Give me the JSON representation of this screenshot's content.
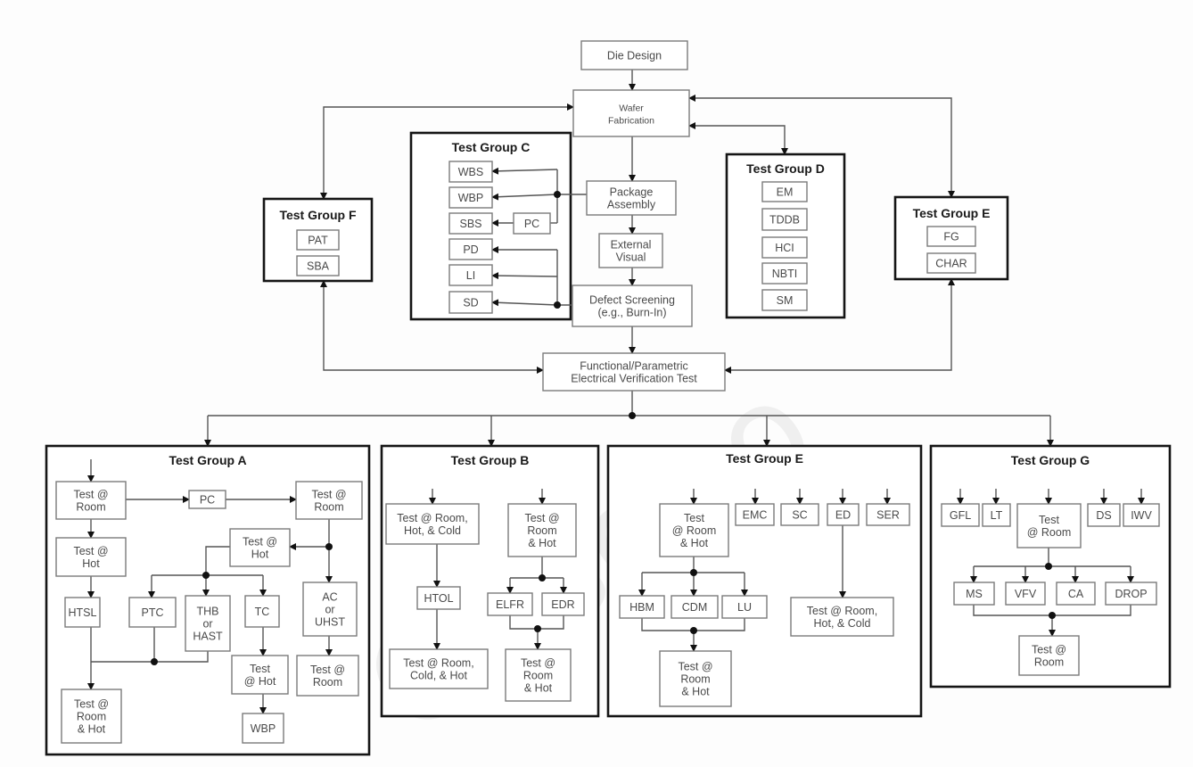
{
  "watermark": "Gasgoo 盖世汽车",
  "groups": {
    "grp_c": {
      "title": "Test Group C"
    },
    "grp_d": {
      "title": "Test Group D"
    },
    "grp_f": {
      "title": "Test Group F"
    },
    "grp_e_top": {
      "title": "Test Group E"
    },
    "grp_a": {
      "title": "Test Group A"
    },
    "grp_b": {
      "title": "Test Group B"
    },
    "grp_e": {
      "title": "Test Group E"
    },
    "grp_g": {
      "title": "Test Group G"
    }
  },
  "nodes": {
    "die_design": {
      "lines": [
        "Die Design"
      ]
    },
    "wafer_fab": {
      "lines": [
        "Wafer",
        "Fabrication"
      ]
    },
    "package_assembly": {
      "lines": [
        "Package",
        "Assembly"
      ]
    },
    "external_visual": {
      "lines": [
        "External",
        "Visual"
      ]
    },
    "defect_screening": {
      "lines": [
        "Defect Screening",
        "(e.g., Burn-In)"
      ]
    },
    "functional_test": {
      "lines": [
        "Functional/Parametric",
        "Electrical Verification  Test"
      ]
    },
    "c_wbs": {
      "lines": [
        "WBS"
      ]
    },
    "c_wbp": {
      "lines": [
        "WBP"
      ]
    },
    "c_sbs": {
      "lines": [
        "SBS"
      ]
    },
    "c_pd": {
      "lines": [
        "PD"
      ]
    },
    "c_li": {
      "lines": [
        "LI"
      ]
    },
    "c_sd": {
      "lines": [
        "SD"
      ]
    },
    "c_pc": {
      "lines": [
        "PC"
      ]
    },
    "d_em": {
      "lines": [
        "EM"
      ]
    },
    "d_tddb": {
      "lines": [
        "TDDB"
      ]
    },
    "d_hci": {
      "lines": [
        "HCI"
      ]
    },
    "d_nbti": {
      "lines": [
        "NBTI"
      ]
    },
    "d_sm": {
      "lines": [
        "SM"
      ]
    },
    "f_pat": {
      "lines": [
        "PAT"
      ]
    },
    "f_sba": {
      "lines": [
        "SBA"
      ]
    },
    "et_fg": {
      "lines": [
        "FG"
      ]
    },
    "et_char": {
      "lines": [
        "CHAR"
      ]
    },
    "a_room1": {
      "lines": [
        "Test  @",
        "Room"
      ]
    },
    "a_pc": {
      "lines": [
        "PC"
      ]
    },
    "a_room2": {
      "lines": [
        "Test @",
        "Room"
      ]
    },
    "a_hot1": {
      "lines": [
        "Test @",
        "Hot"
      ]
    },
    "a_hot2": {
      "lines": [
        "Test @",
        "Hot"
      ]
    },
    "a_htsl": {
      "lines": [
        "HTSL"
      ]
    },
    "a_ptc": {
      "lines": [
        "PTC"
      ]
    },
    "a_thb": {
      "lines": [
        "THB",
        "or",
        "HAST"
      ]
    },
    "a_tc": {
      "lines": [
        "TC"
      ]
    },
    "a_ac": {
      "lines": [
        "AC",
        "or",
        "UHST"
      ]
    },
    "a_hot3": {
      "lines": [
        "Test",
        "@ Hot"
      ]
    },
    "a_room3": {
      "lines": [
        "Test @",
        "Room"
      ]
    },
    "a_roomhot": {
      "lines": [
        "Test @",
        "Room",
        "& Hot"
      ]
    },
    "a_wbp": {
      "lines": [
        "WBP"
      ]
    },
    "b_rhc": {
      "lines": [
        "Test @ Room,",
        "Hot, & Cold"
      ]
    },
    "b_rh": {
      "lines": [
        "Test @",
        "Room",
        "& Hot"
      ]
    },
    "b_htol": {
      "lines": [
        "HTOL"
      ]
    },
    "b_elfr": {
      "lines": [
        "ELFR"
      ]
    },
    "b_edr": {
      "lines": [
        "EDR"
      ]
    },
    "b_rch": {
      "lines": [
        "Test @ Room,",
        "Cold, & Hot"
      ]
    },
    "b_rh2": {
      "lines": [
        "Test @",
        "Room",
        "& Hot"
      ]
    },
    "e_rh": {
      "lines": [
        "Test",
        "@ Room",
        "& Hot"
      ]
    },
    "e_emc": {
      "lines": [
        "EMC"
      ]
    },
    "e_sc": {
      "lines": [
        "SC"
      ]
    },
    "e_ed": {
      "lines": [
        "ED"
      ]
    },
    "e_ser": {
      "lines": [
        "SER"
      ]
    },
    "e_hbm": {
      "lines": [
        "HBM"
      ]
    },
    "e_cdm": {
      "lines": [
        "CDM"
      ]
    },
    "e_lu": {
      "lines": [
        "LU"
      ]
    },
    "e_rhc": {
      "lines": [
        "Test @ Room,",
        "Hot, & Cold"
      ]
    },
    "e_rh2": {
      "lines": [
        "Test @",
        "Room",
        "& Hot"
      ]
    },
    "g_gfl": {
      "lines": [
        "GFL"
      ]
    },
    "g_lt": {
      "lines": [
        "LT"
      ]
    },
    "g_room": {
      "lines": [
        "Test",
        "@ Room"
      ]
    },
    "g_ds": {
      "lines": [
        "DS"
      ]
    },
    "g_iwv": {
      "lines": [
        "IWV"
      ]
    },
    "g_ms": {
      "lines": [
        "MS"
      ]
    },
    "g_vfv": {
      "lines": [
        "VFV"
      ]
    },
    "g_ca": {
      "lines": [
        "CA"
      ]
    },
    "g_drop": {
      "lines": [
        "DROP"
      ]
    },
    "g_room2": {
      "lines": [
        "Test @",
        "Room"
      ]
    }
  }
}
